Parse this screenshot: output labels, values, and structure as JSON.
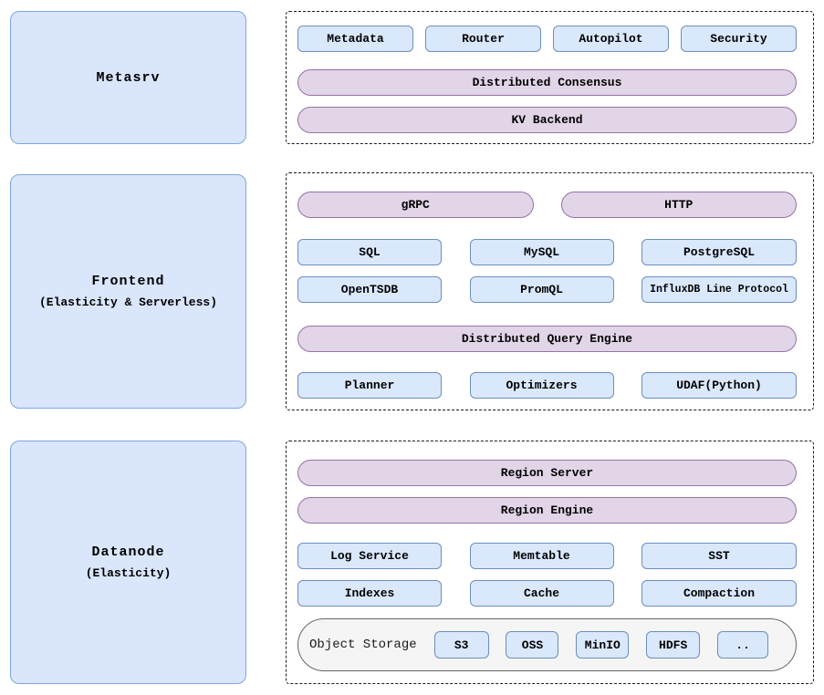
{
  "metasrv": {
    "label": {
      "title": "Metasrv"
    },
    "components": [
      "Metadata",
      "Router",
      "Autopilot",
      "Security"
    ],
    "pills": [
      "Distributed Consensus",
      "KV Backend"
    ]
  },
  "frontend": {
    "label": {
      "title": "Frontend",
      "subtitle": "(Elasticity & Serverless)"
    },
    "protocol_pills": [
      "gRPC",
      "HTTP"
    ],
    "protocols_row1": [
      "SQL",
      "MySQL",
      "PostgreSQL"
    ],
    "protocols_row2": [
      "OpenTSDB",
      "PromQL",
      "InfluxDB Line Protocol"
    ],
    "engine_pill": "Distributed Query Engine",
    "engine_components": [
      "Planner",
      "Optimizers",
      "UDAF(Python)"
    ]
  },
  "datanode": {
    "label": {
      "title": "Datanode",
      "subtitle": "(Elasticity)"
    },
    "pills": [
      "Region Server",
      "Region Engine"
    ],
    "storage_row1": [
      "Log Service",
      "Memtable",
      "SST"
    ],
    "storage_row2": [
      "Indexes",
      "Cache",
      "Compaction"
    ],
    "object_storage": {
      "label": "Object Storage",
      "providers": [
        "S3",
        "OSS",
        "MinIO",
        "HDFS",
        ".."
      ]
    }
  },
  "colors": {
    "component_fill": "#dae8fc",
    "component_border": "#6c8ebf",
    "node_fill": "#d9e6fb",
    "node_border": "#7ea6e0",
    "layer_fill": "#e1d5e7",
    "layer_border": "#9673a6",
    "object_storage_fill": "#f5f5f5",
    "object_storage_border": "#666666",
    "panel_border": "#1a1a1a"
  }
}
